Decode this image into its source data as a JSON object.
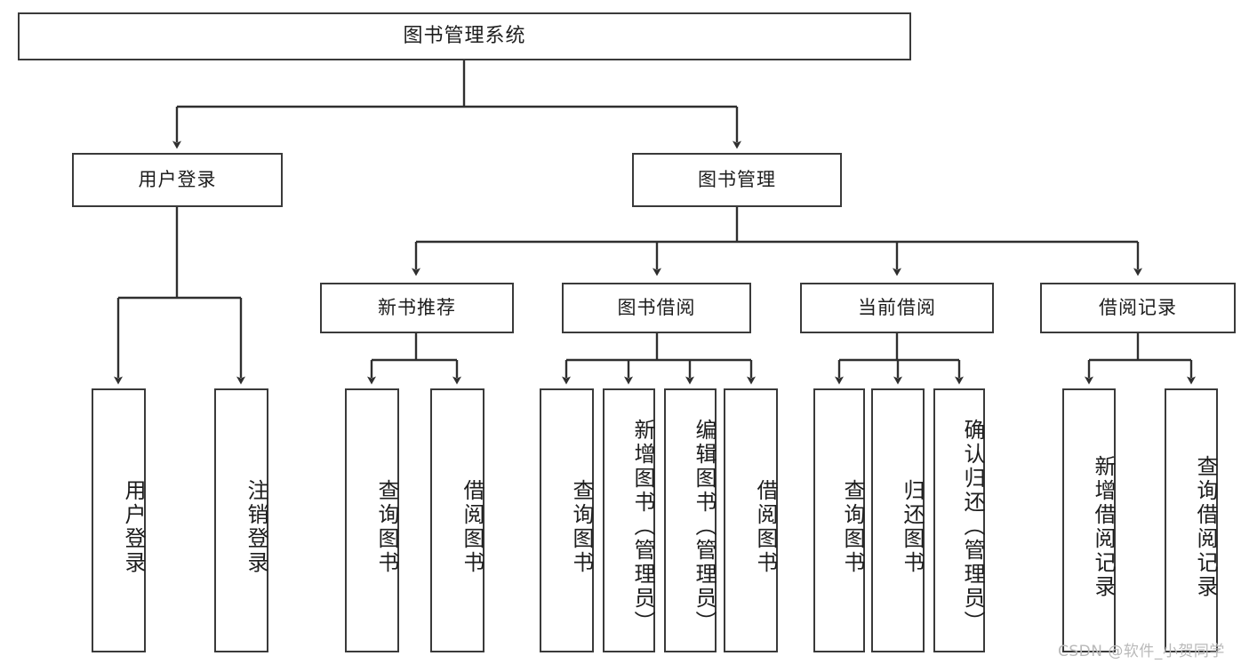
{
  "diagram": {
    "type": "tree",
    "title": "图书管理系统",
    "orientation": "top-down",
    "colors": {
      "box_border": "#3a3a3a",
      "box_fill": "#ffffff",
      "connector": "#2f2f2f",
      "text": "#1d1d1d",
      "watermark": "#b9b9b9",
      "background": "#ffffff"
    },
    "levels": {
      "root": {
        "label": "图书管理系统"
      },
      "level2": [
        {
          "id": "login",
          "label": "用户登录"
        },
        {
          "id": "bookmgmt",
          "label": "图书管理"
        }
      ],
      "level3": [
        {
          "id": "newbook",
          "label": "新书推荐",
          "parent": "bookmgmt"
        },
        {
          "id": "borrow",
          "label": "图书借阅",
          "parent": "bookmgmt"
        },
        {
          "id": "current",
          "label": "当前借阅",
          "parent": "bookmgmt"
        },
        {
          "id": "record",
          "label": "借阅记录",
          "parent": "bookmgmt"
        }
      ],
      "leaves": [
        {
          "id": "leaf-1",
          "label": "用户登录",
          "parent": "login"
        },
        {
          "id": "leaf-2",
          "label": "注销登录",
          "parent": "login"
        },
        {
          "id": "leaf-3",
          "label": "查询图书",
          "parent": "newbook"
        },
        {
          "id": "leaf-4",
          "label": "借阅图书",
          "parent": "newbook"
        },
        {
          "id": "leaf-5",
          "label": "查询图书",
          "parent": "borrow"
        },
        {
          "id": "leaf-6",
          "label": "新增图书（管理员）",
          "parent": "borrow"
        },
        {
          "id": "leaf-7",
          "label": "编辑图书（管理员）",
          "parent": "borrow"
        },
        {
          "id": "leaf-8",
          "label": "借阅图书",
          "parent": "borrow"
        },
        {
          "id": "leaf-9",
          "label": "查询图书",
          "parent": "current"
        },
        {
          "id": "leaf-10",
          "label": "归还图书",
          "parent": "current"
        },
        {
          "id": "leaf-11",
          "label": "确认归还（管理员）",
          "parent": "current"
        },
        {
          "id": "leaf-12",
          "label": "新增借阅记录",
          "parent": "record"
        },
        {
          "id": "leaf-13",
          "label": "查询借阅记录",
          "parent": "record"
        }
      ]
    }
  },
  "watermark": {
    "text": "CSDN @软件_小贺同学"
  }
}
